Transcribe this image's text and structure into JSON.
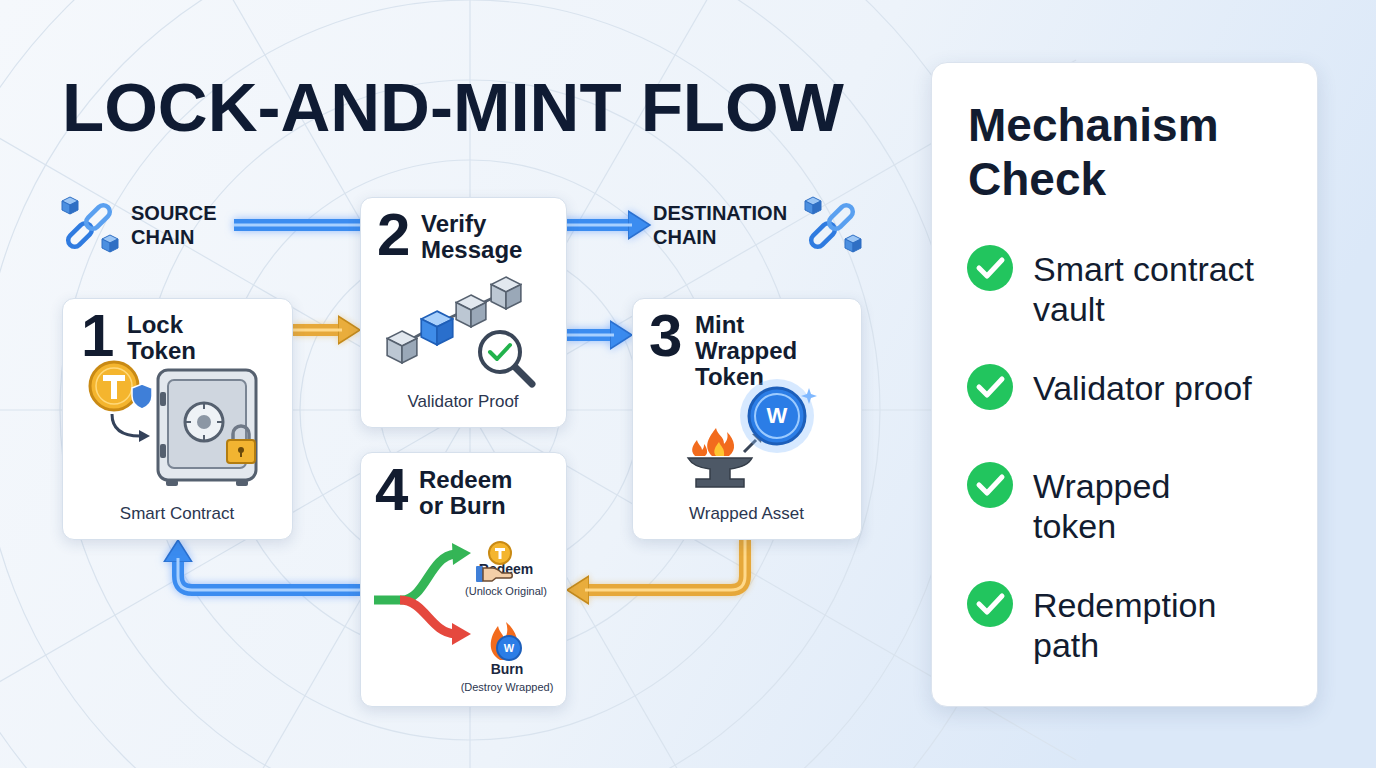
{
  "diagram": {
    "title": "LOCK-AND-MINT FLOW",
    "nodes": [
      {
        "text": [
          "SOURCE CHAIN"
        ]
      },
      {
        "text": [
          "DESTINATION CHAIN"
        ]
      },
      {
        "text": [
          "1",
          "Lock Token",
          "Smart Contract"
        ]
      },
      {
        "text": [
          "2",
          "Verify Message",
          "Validator Proof"
        ]
      },
      {
        "text": [
          "3",
          "Mint Wrapped Token",
          "Wrapped Asset"
        ]
      },
      {
        "text": [
          "4",
          "Redeem or Burn",
          "Redeem",
          "(Unlock Original)",
          "Burn",
          "(Destroy Wrapped)"
        ]
      },
      {
        "text": [
          "Mechanism Check",
          "Smart contract vault",
          "Validator proof",
          "Wrapped token",
          "Redemption path"
        ]
      }
    ],
    "edges": [
      {
        "from": 0,
        "to": 1,
        "arrow": "to"
      },
      {
        "from": 2,
        "to": 3,
        "arrow": "to"
      },
      {
        "from": 3,
        "to": 4,
        "arrow": "to"
      },
      {
        "from": 4,
        "to": 5,
        "arrow": "to"
      },
      {
        "from": 5,
        "to": 2,
        "arrow": "to"
      }
    ],
    "labels": [
      "W",
      "W"
    ]
  }
}
